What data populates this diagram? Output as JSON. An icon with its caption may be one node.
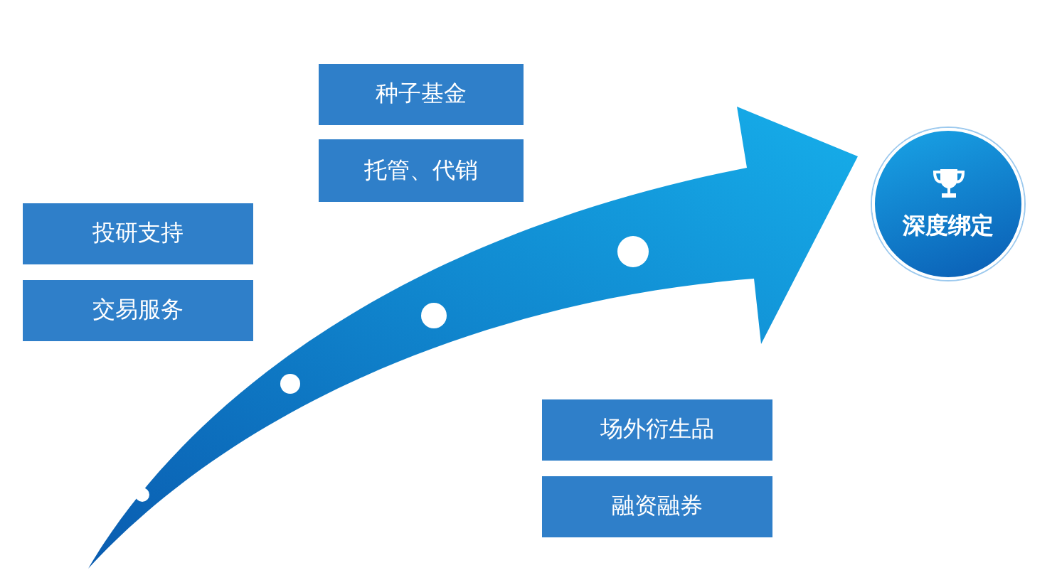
{
  "diagram": {
    "nodes": [
      {
        "text": [
          "种子基金"
        ]
      },
      {
        "text": [
          "托管、代销"
        ]
      },
      {
        "text": [
          "投研支持"
        ]
      },
      {
        "text": [
          "交易服务"
        ]
      },
      {
        "text": [
          "场外衍生品"
        ]
      },
      {
        "text": [
          "融资融券"
        ]
      },
      {
        "text": [
          "深度绑定"
        ]
      }
    ]
  }
}
